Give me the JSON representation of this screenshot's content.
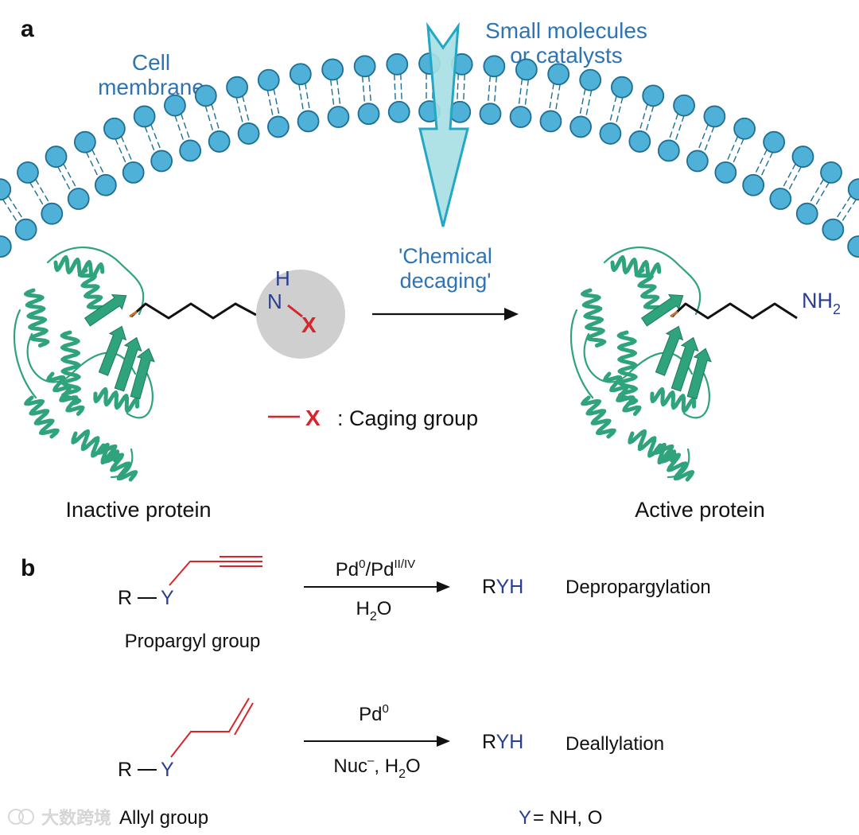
{
  "panel_a": {
    "panel_label": "a",
    "membrane_label": [
      "Cell",
      "membrane"
    ],
    "molecules_label": [
      "Small molecules",
      "or catalysts"
    ],
    "reaction_label": [
      "'Chemical",
      "decaging'"
    ],
    "amine_h": "H",
    "amine_n": "N",
    "caging_x": "X",
    "product_nh": "NH",
    "product_sub": "2",
    "legend_x": "X",
    "legend_text": ": Caging group",
    "inactive_label": "Inactive protein",
    "active_label": "Active protein",
    "colors": {
      "membrane_head": "#4fb0d8",
      "membrane_stroke": "#1d6f93",
      "arrow_fill": "#a8dfe4",
      "arrow_stroke": "#22a7c4",
      "protein": "#2fa37b",
      "caging": "#d6262b",
      "heteroatom": "#2b3f91",
      "circle": "#cfcfcf"
    }
  },
  "panel_b": {
    "panel_label": "b",
    "rxn1": {
      "r": "R",
      "y": "Y",
      "group_label": "Propargyl group",
      "reagent_top_main": "Pd",
      "reagent_top_sup1": "0",
      "reagent_top_slash": "/Pd",
      "reagent_top_sup2": "II/IV",
      "reagent_bottom_main": "H",
      "reagent_bottom_sub": "2",
      "reagent_bottom_end": "O",
      "product_r": "R",
      "product_yh": "YH",
      "name": "Depropargylation"
    },
    "rxn2": {
      "r": "R",
      "y": "Y",
      "group_label": "Allyl group",
      "reagent_top_main": "Pd",
      "reagent_top_sup": "0",
      "reagent_bottom_main": "Nuc",
      "reagent_bottom_sup": "–",
      "reagent_bottom_mid": ", H",
      "reagent_bottom_sub": "2",
      "reagent_bottom_end": "O",
      "product_r": "R",
      "product_yh": "YH",
      "name": "Deallylation"
    },
    "footnote_y": "Y",
    "footnote_text": "= NH, O"
  },
  "watermark": "大数跨境"
}
